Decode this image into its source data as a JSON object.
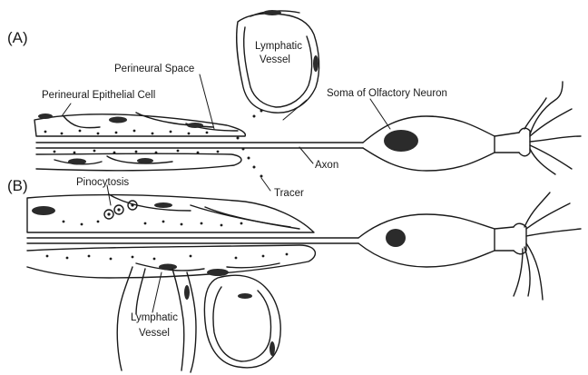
{
  "panels": {
    "a": "(A)",
    "b": "(B)"
  },
  "labels": {
    "perineural_space": "Perineural Space",
    "perineural_epithelial_cell": "Perineural Epithelial Cell",
    "lymphatic_vessel_top_1": "Lymphatic",
    "lymphatic_vessel_top_2": "Vessel",
    "soma": "Soma of Olfactory Neuron",
    "axon": "Axon",
    "tracer": "Tracer",
    "pinocytosis": "Pinocytosis",
    "lymphatic_vessel_bottom_1": "Lymphatic",
    "lymphatic_vessel_bottom_2": "Vessel"
  },
  "colors": {
    "ink": "#1a1a1a",
    "nucleus": "#2b2b2b",
    "background": "#ffffff"
  }
}
